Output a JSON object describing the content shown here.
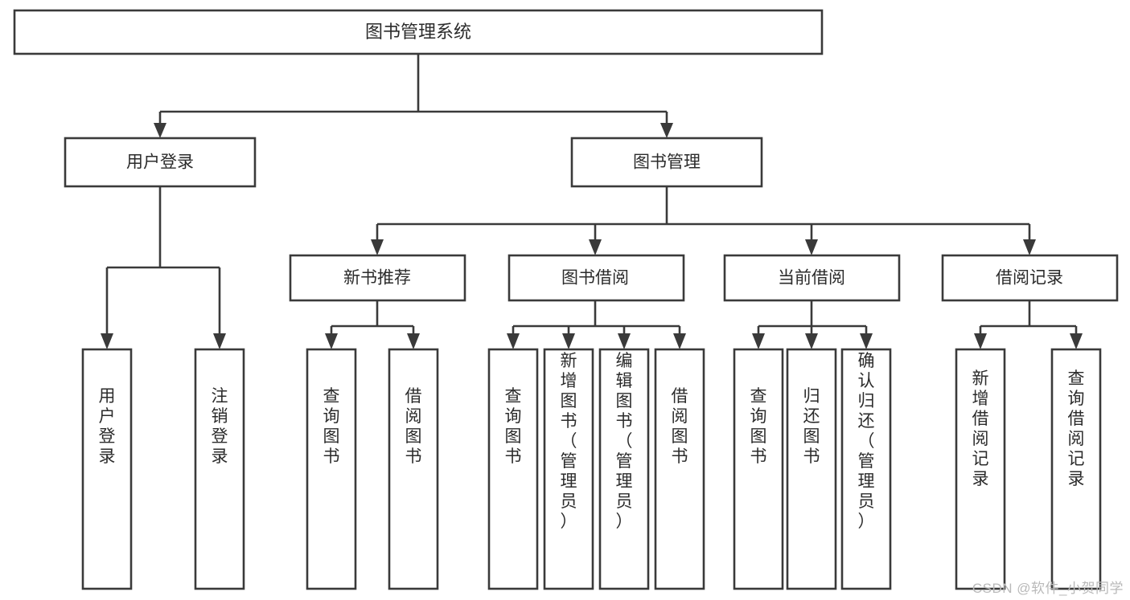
{
  "diagram": {
    "title": "图书管理系统",
    "type": "tree",
    "watermark": "CSDN @软件_小贺同学",
    "colors": {
      "stroke": "#3a3a3a",
      "fill": "#ffffff",
      "text": "#2b2b2b",
      "watermark": "#b9b9b9",
      "background": "#ffffff"
    },
    "root": {
      "label": "图书管理系统",
      "orientation": "horizontal"
    },
    "level2": [
      {
        "label": "用户登录",
        "orientation": "horizontal"
      },
      {
        "label": "图书管理",
        "orientation": "horizontal"
      }
    ],
    "level3": [
      {
        "label": "新书推荐",
        "orientation": "horizontal"
      },
      {
        "label": "图书借阅",
        "orientation": "horizontal"
      },
      {
        "label": "当前借阅",
        "orientation": "horizontal"
      },
      {
        "label": "借阅记录",
        "orientation": "horizontal"
      }
    ],
    "leaves": {
      "user_login": [
        {
          "label": "用户登录",
          "orientation": "vertical"
        },
        {
          "label": "注销登录",
          "orientation": "vertical"
        }
      ],
      "new_book_recommend": [
        {
          "label": "查询图书",
          "orientation": "vertical"
        },
        {
          "label": "借阅图书",
          "orientation": "vertical"
        }
      ],
      "book_borrow": [
        {
          "label": "查询图书",
          "orientation": "vertical"
        },
        {
          "label": "新增图书（管理员）",
          "orientation": "vertical"
        },
        {
          "label": "编辑图书（管理员）",
          "orientation": "vertical"
        },
        {
          "label": "借阅图书",
          "orientation": "vertical"
        }
      ],
      "current_borrow": [
        {
          "label": "查询图书",
          "orientation": "vertical"
        },
        {
          "label": "归还图书",
          "orientation": "vertical"
        },
        {
          "label": "确认归还（管理员）",
          "orientation": "vertical"
        }
      ],
      "borrow_record": [
        {
          "label": "新增借阅记录",
          "orientation": "vertical"
        },
        {
          "label": "查询借阅记录",
          "orientation": "vertical"
        }
      ]
    }
  }
}
